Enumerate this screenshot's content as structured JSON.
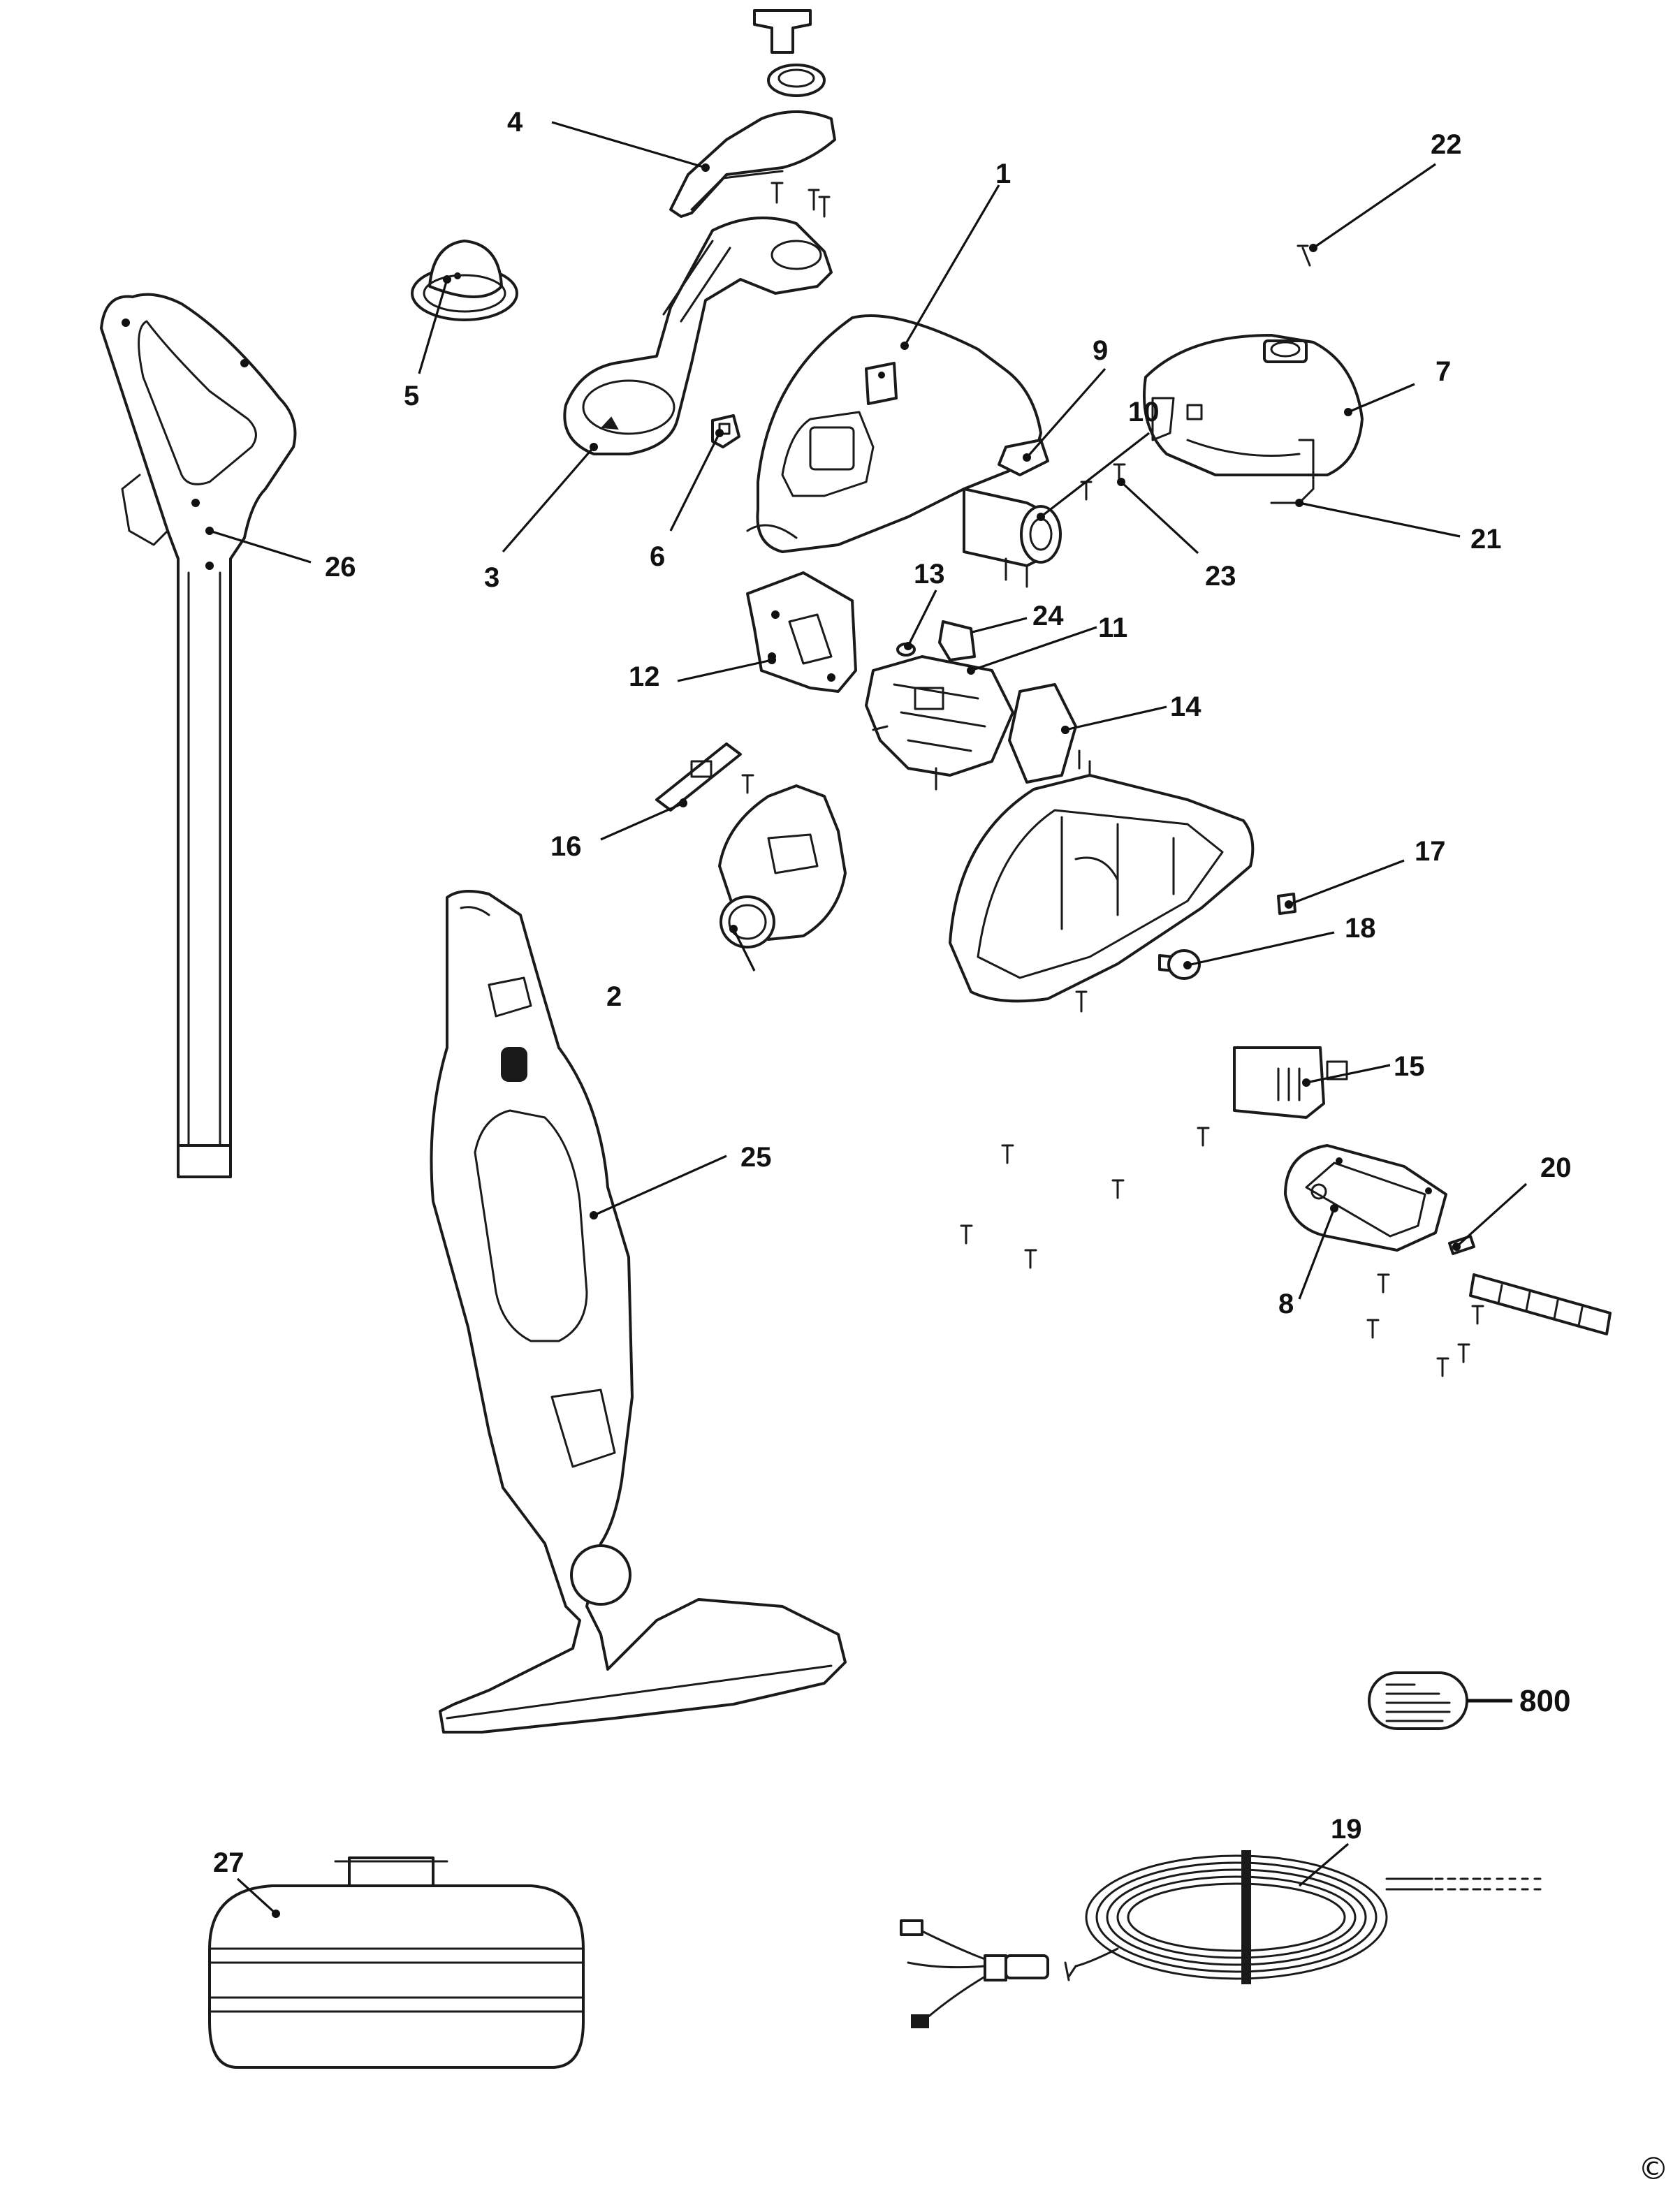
{
  "labels": {
    "p1": "1",
    "p2": "2",
    "p3": "3",
    "p4": "4",
    "p5": "5",
    "p6": "6",
    "p7": "7",
    "p8": "8",
    "p9": "9",
    "p10": "10",
    "p11": "11",
    "p12": "12",
    "p13": "13",
    "p14": "14",
    "p15": "15",
    "p16": "16",
    "p17": "17",
    "p18": "18",
    "p19": "19",
    "p20": "20",
    "p21": "21",
    "p22": "22",
    "p23": "23",
    "p24": "24",
    "p25": "25",
    "p26": "26",
    "p27": "27",
    "p800": "800"
  },
  "copyright_symbol": "©",
  "colors": {
    "line": "#1a1a1a",
    "background": "#ffffff"
  }
}
